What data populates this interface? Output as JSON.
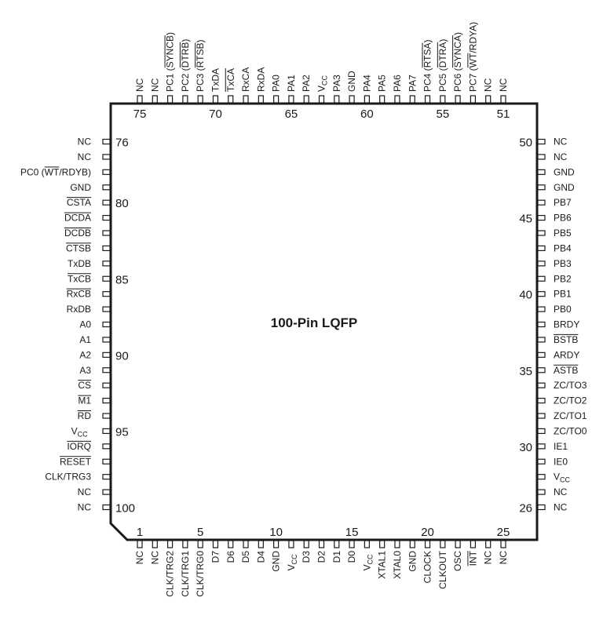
{
  "package_title": "100-Pin LQFP",
  "colors": {
    "ink": "#1a1a1a",
    "background": "#ffffff"
  },
  "pin_numbers": {
    "bottom": [
      "1",
      "5",
      "10",
      "15",
      "20",
      "25"
    ],
    "right": [
      "26",
      "30",
      "35",
      "40",
      "45",
      "50"
    ],
    "top": [
      "51",
      "55",
      "60",
      "65",
      "70",
      "75"
    ],
    "left": [
      "76",
      "80",
      "85",
      "90",
      "95",
      "100"
    ]
  },
  "bottom_pins": [
    {
      "label": "NC"
    },
    {
      "label": "NC"
    },
    {
      "label": "CLK/TRG2"
    },
    {
      "label": "CLK/TRG1"
    },
    {
      "label": "CLK/TRG0"
    },
    {
      "label": "D7"
    },
    {
      "label": "D6"
    },
    {
      "label": "D5"
    },
    {
      "label": "D4"
    },
    {
      "label": "GND"
    },
    {
      "label": "V",
      "sub": "CC"
    },
    {
      "label": "D3"
    },
    {
      "label": "D2"
    },
    {
      "label": "D1"
    },
    {
      "label": "D0"
    },
    {
      "label": "V",
      "sub": "CC"
    },
    {
      "label": "XTAL1"
    },
    {
      "label": "XTAL0"
    },
    {
      "label": "GND"
    },
    {
      "label": "CLOCK"
    },
    {
      "label": "CLKOUT"
    },
    {
      "label": "OSC"
    },
    {
      "label": "INT",
      "over": "INT"
    },
    {
      "label": "NC"
    },
    {
      "label": "NC"
    }
  ],
  "right_pins": [
    {
      "label": "NC"
    },
    {
      "label": "NC"
    },
    {
      "label": "V",
      "sub": "CC"
    },
    {
      "label": "IE0"
    },
    {
      "label": "IE1"
    },
    {
      "label": "ZC/TO0"
    },
    {
      "label": "ZC/TO1"
    },
    {
      "label": "ZC/TO2"
    },
    {
      "label": "ZC/TO3"
    },
    {
      "label": "ASTB",
      "over": "ASTB"
    },
    {
      "label": "ARDY"
    },
    {
      "label": "BSTB",
      "over": "BSTB"
    },
    {
      "label": "BRDY"
    },
    {
      "label": "PB0"
    },
    {
      "label": "PB1"
    },
    {
      "label": "PB2"
    },
    {
      "label": "PB3"
    },
    {
      "label": "PB4"
    },
    {
      "label": "PB5"
    },
    {
      "label": "PB6"
    },
    {
      "label": "PB7"
    },
    {
      "label": "GND"
    },
    {
      "label": "GND"
    },
    {
      "label": "NC"
    },
    {
      "label": "NC"
    }
  ],
  "top_pins": [
    {
      "label": "NC"
    },
    {
      "label": "NC"
    },
    {
      "label": "PC7 (WT/RDYA)",
      "over": "WT"
    },
    {
      "label": "PC6 (SYNCA)",
      "over": "SYNCA"
    },
    {
      "label": "PC5 (DTRA)",
      "over": "DTRA"
    },
    {
      "label": "PC4 (RTSA)",
      "over": "RTSA"
    },
    {
      "label": "PA7"
    },
    {
      "label": "PA6"
    },
    {
      "label": "PA5"
    },
    {
      "label": "PA4"
    },
    {
      "label": "GND"
    },
    {
      "label": "PA3"
    },
    {
      "label": "V",
      "sub": "CC"
    },
    {
      "label": "PA2"
    },
    {
      "label": "PA1"
    },
    {
      "label": "PA0"
    },
    {
      "label": "RxDA"
    },
    {
      "label": "RxCA"
    },
    {
      "label": "TxCA",
      "over": "TxCA"
    },
    {
      "label": "TxDA"
    },
    {
      "label": "PC3 (RTSB)",
      "over": "RTSB"
    },
    {
      "label": "PC2 (DTRB)",
      "over": "DTRB"
    },
    {
      "label": "PC1 (SYNCB)",
      "over": "SYNCB"
    },
    {
      "label": "NC"
    },
    {
      "label": "NC"
    }
  ],
  "left_pins": [
    {
      "label": "NC"
    },
    {
      "label": "NC"
    },
    {
      "label": "PC0 (WT/RDYB)",
      "over": "WT"
    },
    {
      "label": "GND"
    },
    {
      "label": "CSTA",
      "over": "CSTA"
    },
    {
      "label": "DCDA",
      "over": "DCDA"
    },
    {
      "label": "DCDB",
      "over": "DCDB"
    },
    {
      "label": "CTSB",
      "over": "CTSB"
    },
    {
      "label": "TxDB"
    },
    {
      "label": "TxCB",
      "over": "TxCB"
    },
    {
      "label": "RxCB",
      "over": "RxCB"
    },
    {
      "label": "RxDB"
    },
    {
      "label": "A0"
    },
    {
      "label": "A1"
    },
    {
      "label": "A2"
    },
    {
      "label": "A3"
    },
    {
      "label": "CS",
      "over": "CS"
    },
    {
      "label": "M1",
      "over": "M1"
    },
    {
      "label": "RD",
      "over": "RD"
    },
    {
      "label": "V",
      "sub": "CC"
    },
    {
      "label": "IORQ",
      "over": "IORQ"
    },
    {
      "label": "RESET",
      "over": "RESET"
    },
    {
      "label": "CLK/TRG3"
    },
    {
      "label": "NC"
    },
    {
      "label": "NC"
    }
  ]
}
